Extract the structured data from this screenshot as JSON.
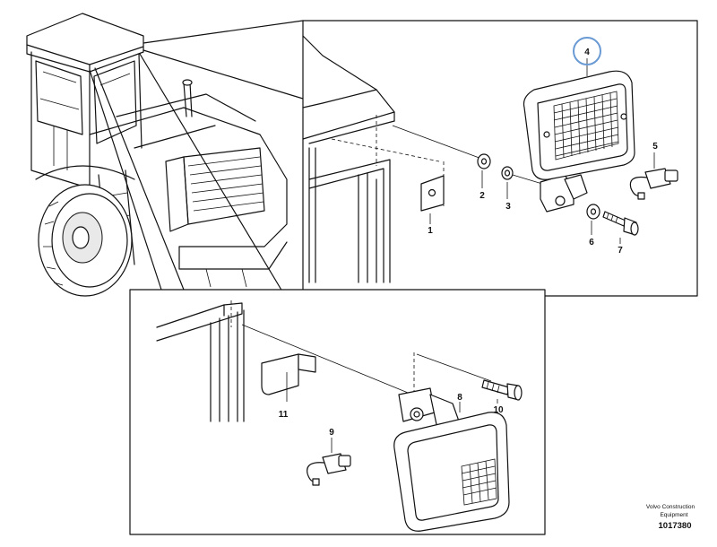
{
  "callouts": {
    "c1": "1",
    "c2": "2",
    "c3": "3",
    "c4": "4",
    "c5": "5",
    "c6": "6",
    "c7": "7",
    "c8": "8",
    "c9": "9",
    "c10": "10",
    "c11": "11"
  },
  "footer": {
    "brand_line1": "Volvo Construction",
    "brand_line2": "Equipment",
    "doc_number": "1017380"
  },
  "highlight_color": "#6a9ad4"
}
